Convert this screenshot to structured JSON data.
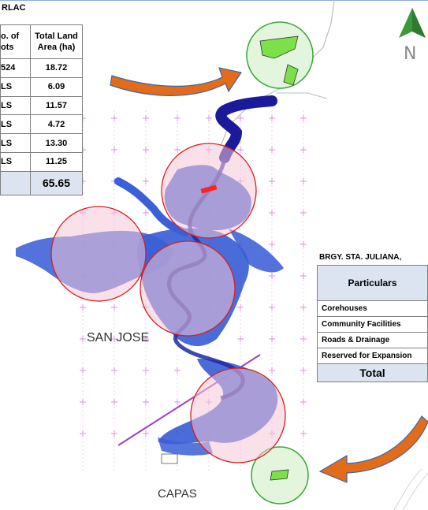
{
  "left_table": {
    "title": "RLAC",
    "headers": [
      "o. of\nots",
      "Total Land\nArea (ha)"
    ],
    "rows": [
      {
        "lots": "524",
        "area": "18.72"
      },
      {
        "lots": "LS",
        "area": "6.09"
      },
      {
        "lots": "LS",
        "area": "11.57"
      },
      {
        "lots": "LS",
        "area": "4.72"
      },
      {
        "lots": "LS",
        "area": "13.30"
      },
      {
        "lots": "LS",
        "area": "11.25"
      }
    ],
    "total": {
      "lots": "",
      "area": "65.65"
    }
  },
  "right_table": {
    "title": "BRGY. STA. JULIANA,",
    "header": "Particulars",
    "rows": [
      "Corehouses",
      "Community Facilities",
      "Roads & Drainage",
      "Reserved for Expansion"
    ],
    "total": "Total"
  },
  "map": {
    "labels": {
      "san_jose": "SAN JOSE",
      "capas": "CAPAS",
      "north": "N"
    },
    "colors": {
      "river": "#3b5fd6",
      "river_dark": "#1a1a9a",
      "highlight_circle_fill": "#f6c6d6",
      "highlight_circle_stroke": "#d62020",
      "inset_circle_fill": "#e3f5dd",
      "inset_circle_stroke": "#3aa63a",
      "arrow": "#e36c1b",
      "arrow_outline": "#3e65a8",
      "compass": "#3a9a3a",
      "boundary_line": "#a040c0",
      "grid": "#e08ae0"
    }
  }
}
